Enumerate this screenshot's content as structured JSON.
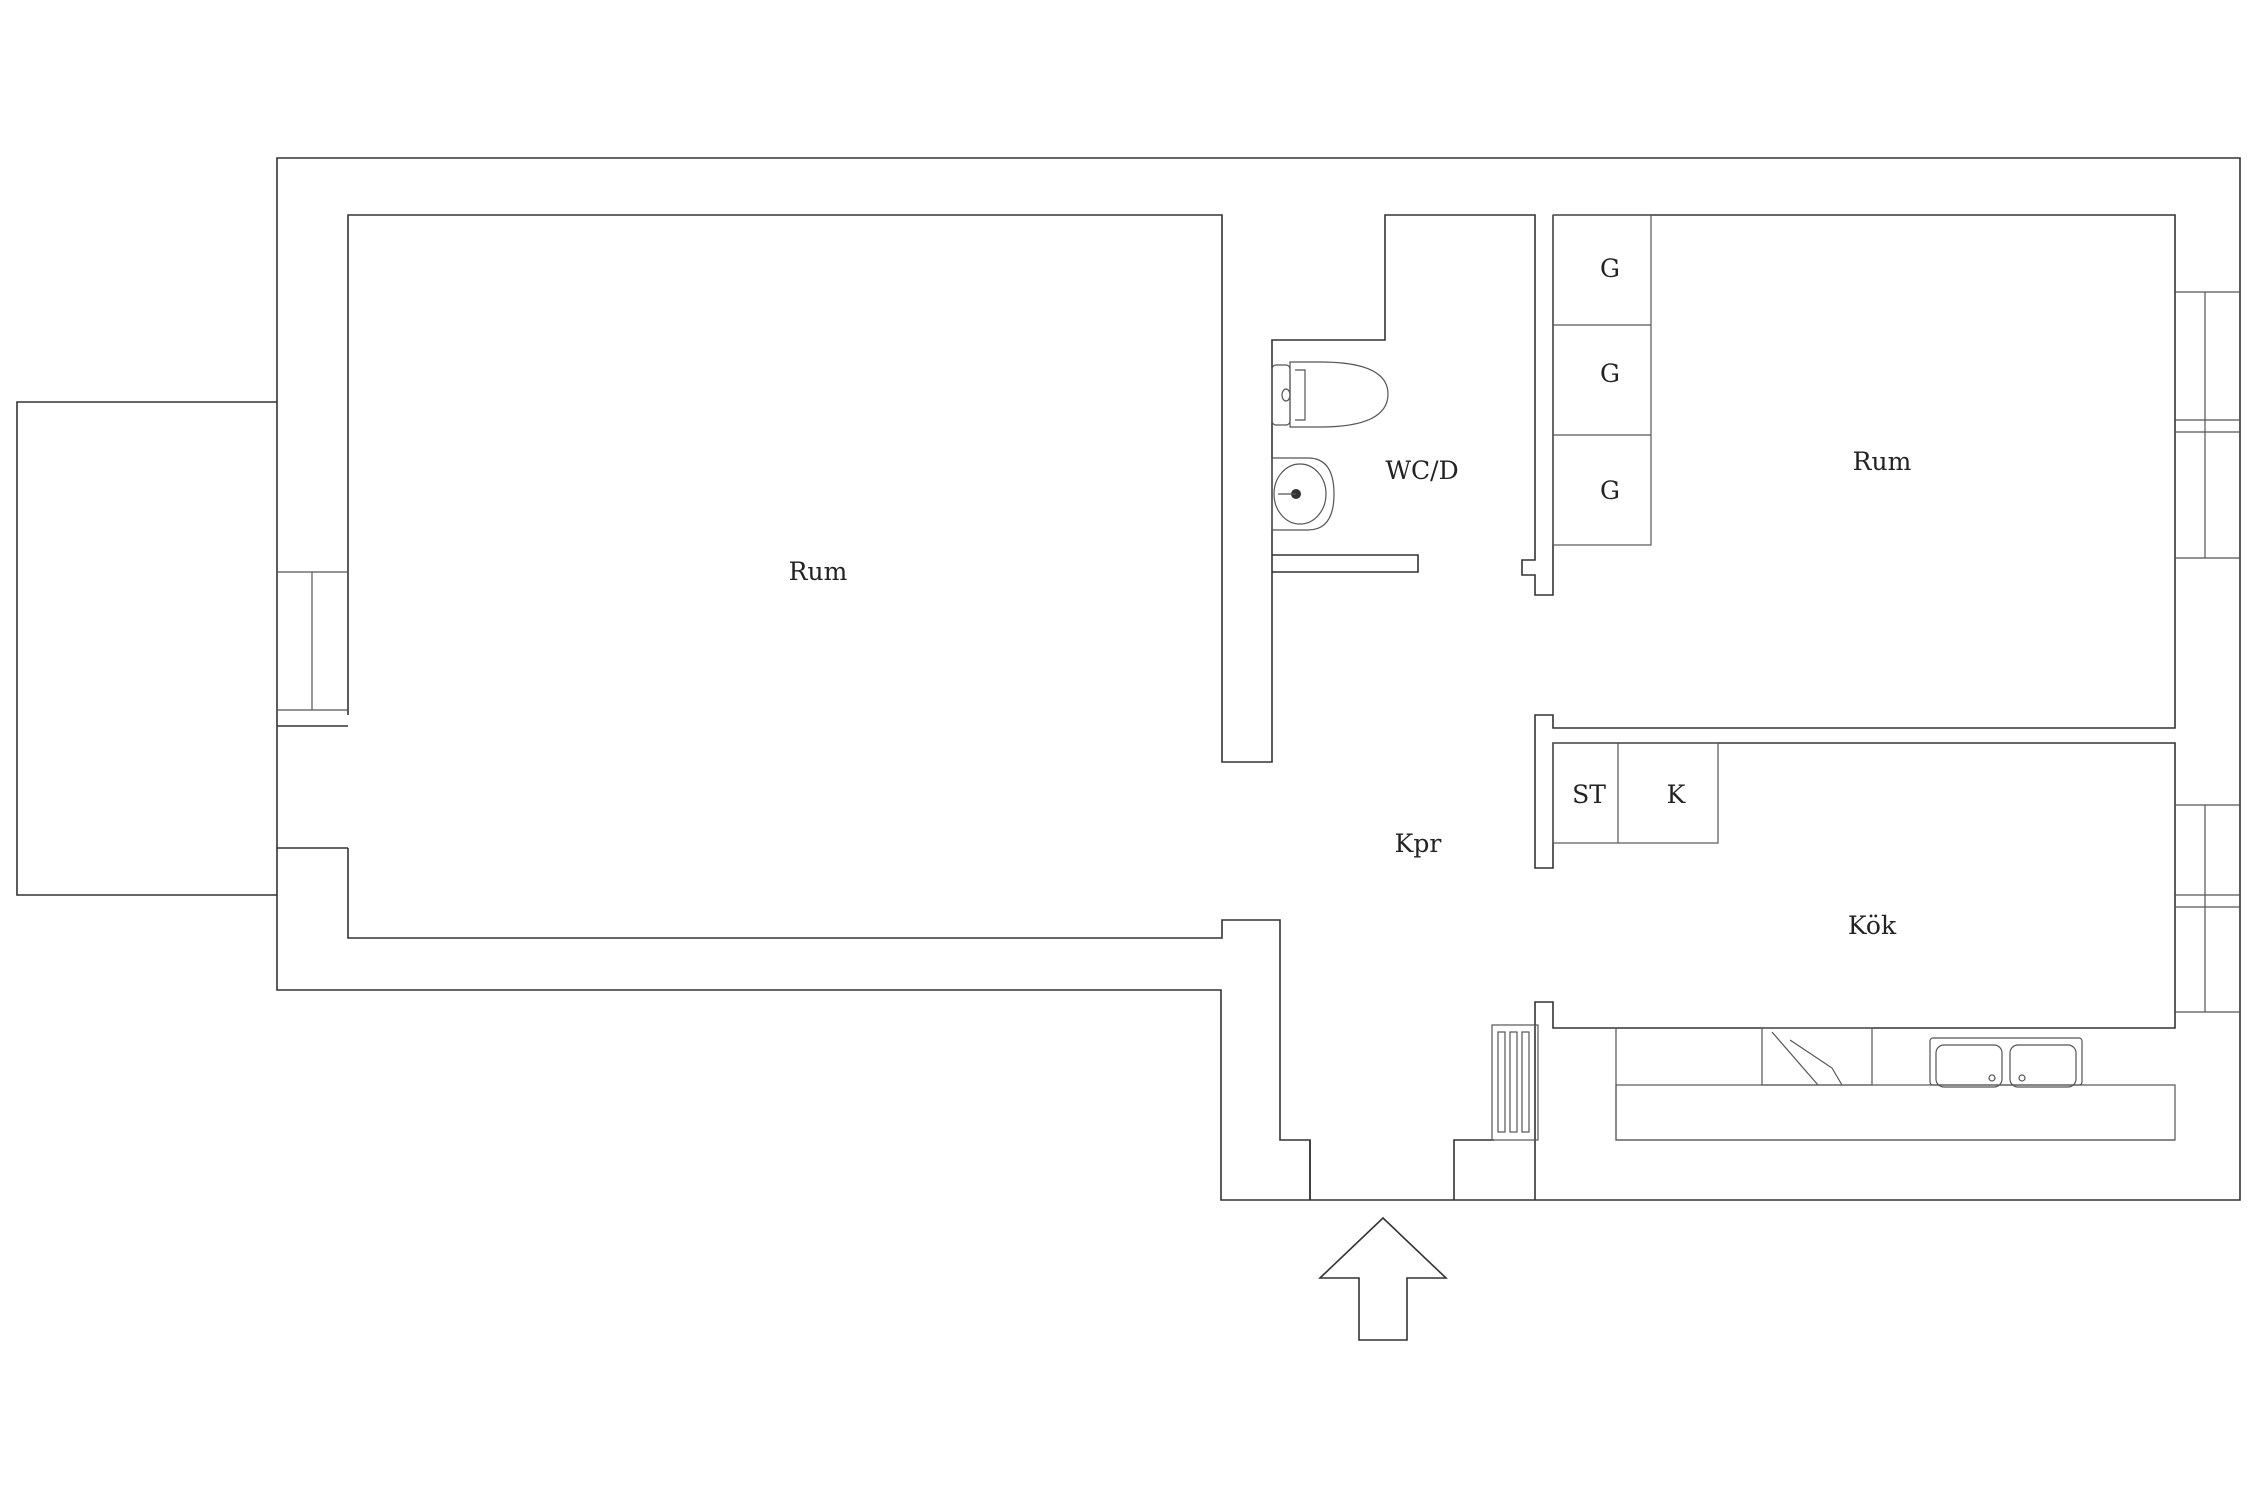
{
  "rooms": {
    "living_room": "Rum",
    "bedroom": "Rum",
    "bathroom": "WC/D",
    "hallway": "Kpr",
    "kitchen": "Kök"
  },
  "closets": {
    "wardrobe_1": "G",
    "wardrobe_2": "G",
    "wardrobe_3": "G",
    "storage": "ST",
    "coat_closet": "K"
  },
  "colors": {
    "line": "#333333",
    "background": "#ffffff"
  },
  "icons": [
    "toilet-icon",
    "washbasin-icon",
    "radiator-icon",
    "stove-icon",
    "double-sink-icon",
    "entrance-arrow-icon"
  ]
}
